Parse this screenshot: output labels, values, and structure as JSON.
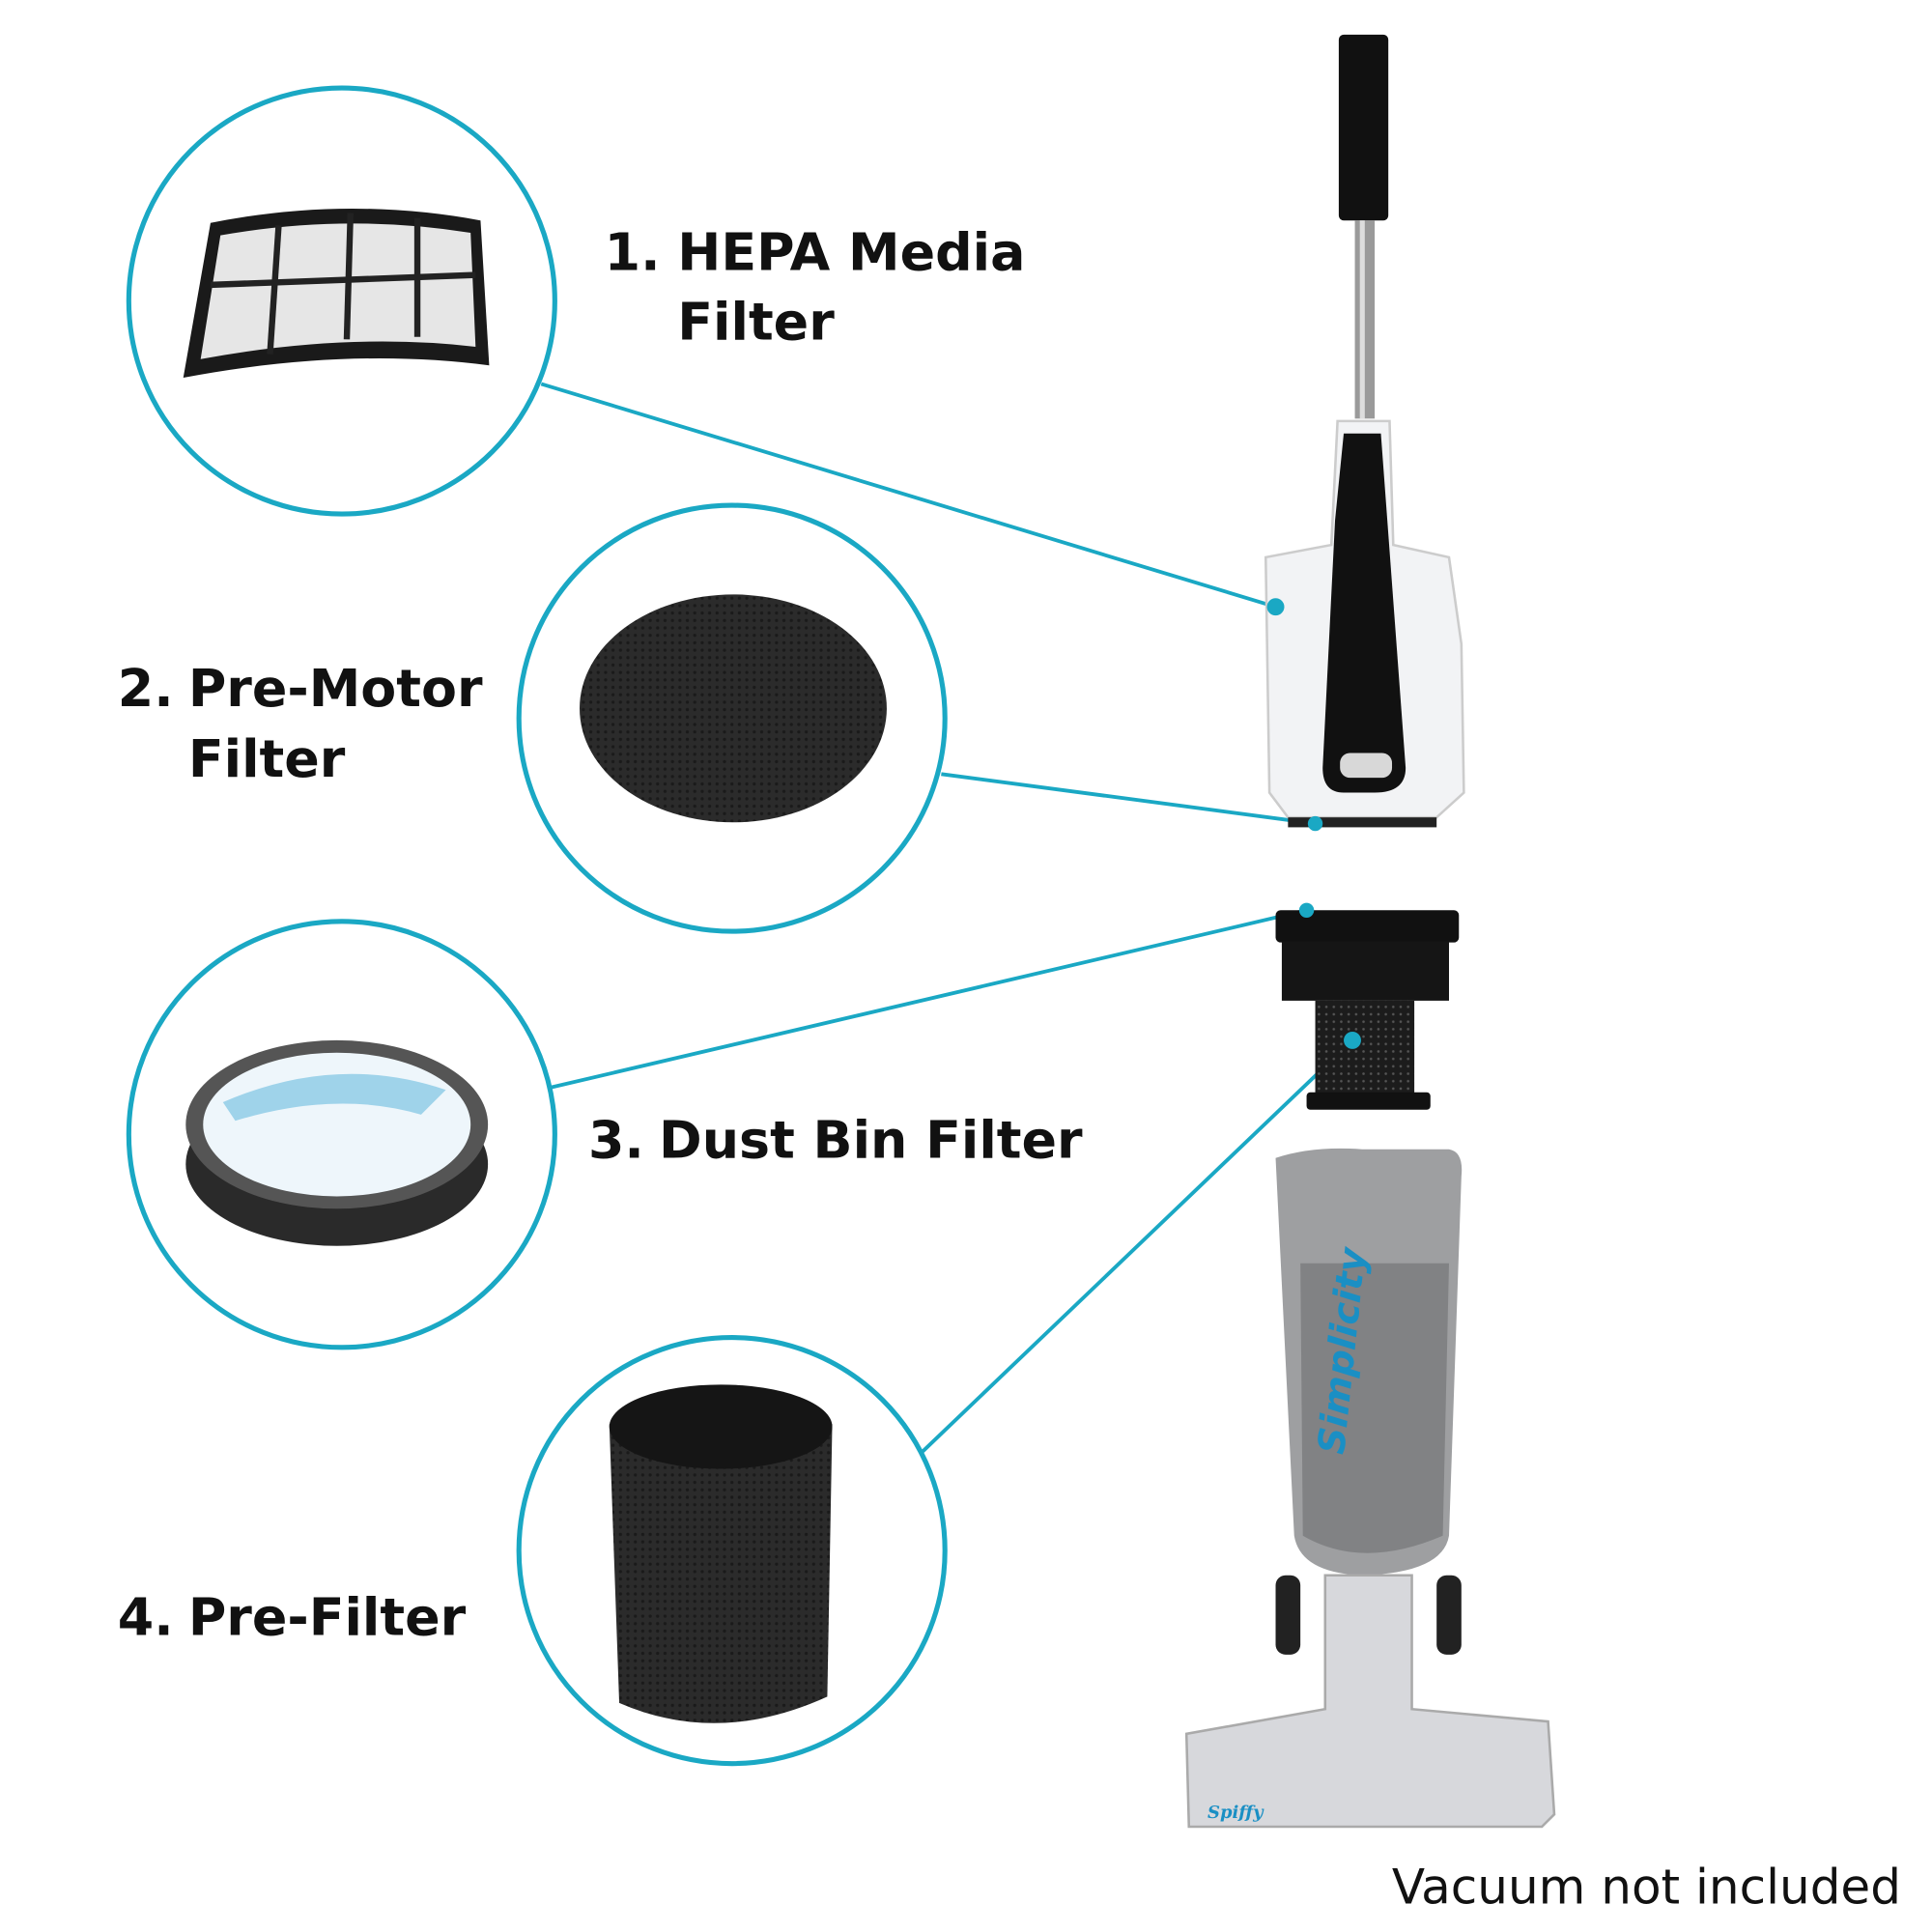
{
  "colors": {
    "accent": "#1aa8c4",
    "text": "#111111"
  },
  "filters": [
    {
      "number": "1.",
      "line1": "HEPA Media",
      "line2": "Filter"
    },
    {
      "number": "2.",
      "line1": "Pre-Motor",
      "line2": "Filter"
    },
    {
      "number": "3.",
      "line1": "Dust Bin Filter"
    },
    {
      "number": "4.",
      "line1": "Pre-Filter"
    }
  ],
  "vacuum": {
    "brand_logo": "Simplicity",
    "model_logo": "Spiffy"
  },
  "note": "Vacuum not included"
}
